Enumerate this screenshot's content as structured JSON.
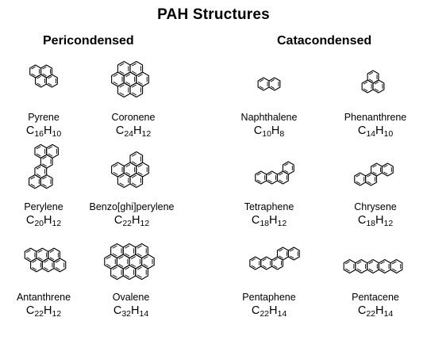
{
  "title": "PAH Structures",
  "sections": {
    "pericondensed": "Pericondensed",
    "catacondensed": "Catacondensed"
  },
  "compounds": [
    {
      "name": "Pyrene",
      "formula": [
        [
          "C",
          "16"
        ],
        [
          "H",
          "10"
        ]
      ]
    },
    {
      "name": "Coronene",
      "formula": [
        [
          "C",
          "24"
        ],
        [
          "H",
          "12"
        ]
      ]
    },
    {
      "name": "Naphthalene",
      "formula": [
        [
          "C",
          "10"
        ],
        [
          "H",
          "8"
        ]
      ]
    },
    {
      "name": "Phenanthrene",
      "formula": [
        [
          "C",
          "14"
        ],
        [
          "H",
          "10"
        ]
      ]
    },
    {
      "name": "Perylene",
      "formula": [
        [
          "C",
          "20"
        ],
        [
          "H",
          "12"
        ]
      ]
    },
    {
      "name": "Benzo[ghi]perylene",
      "formula": [
        [
          "C",
          "22"
        ],
        [
          "H",
          "12"
        ]
      ]
    },
    {
      "name": "Tetraphene",
      "formula": [
        [
          "C",
          "18"
        ],
        [
          "H",
          "12"
        ]
      ]
    },
    {
      "name": "Chrysene",
      "formula": [
        [
          "C",
          "18"
        ],
        [
          "H",
          "12"
        ]
      ]
    },
    {
      "name": "Antanthrene",
      "formula": [
        [
          "C",
          "22"
        ],
        [
          "H",
          "12"
        ]
      ]
    },
    {
      "name": "Ovalene",
      "formula": [
        [
          "C",
          "32"
        ],
        [
          "H",
          "14"
        ]
      ]
    },
    {
      "name": "Pentaphene",
      "formula": [
        [
          "C",
          "22"
        ],
        [
          "H",
          "14"
        ]
      ]
    },
    {
      "name": "Pentacene",
      "formula": [
        [
          "C",
          "22"
        ],
        [
          "H",
          "14"
        ]
      ]
    }
  ]
}
